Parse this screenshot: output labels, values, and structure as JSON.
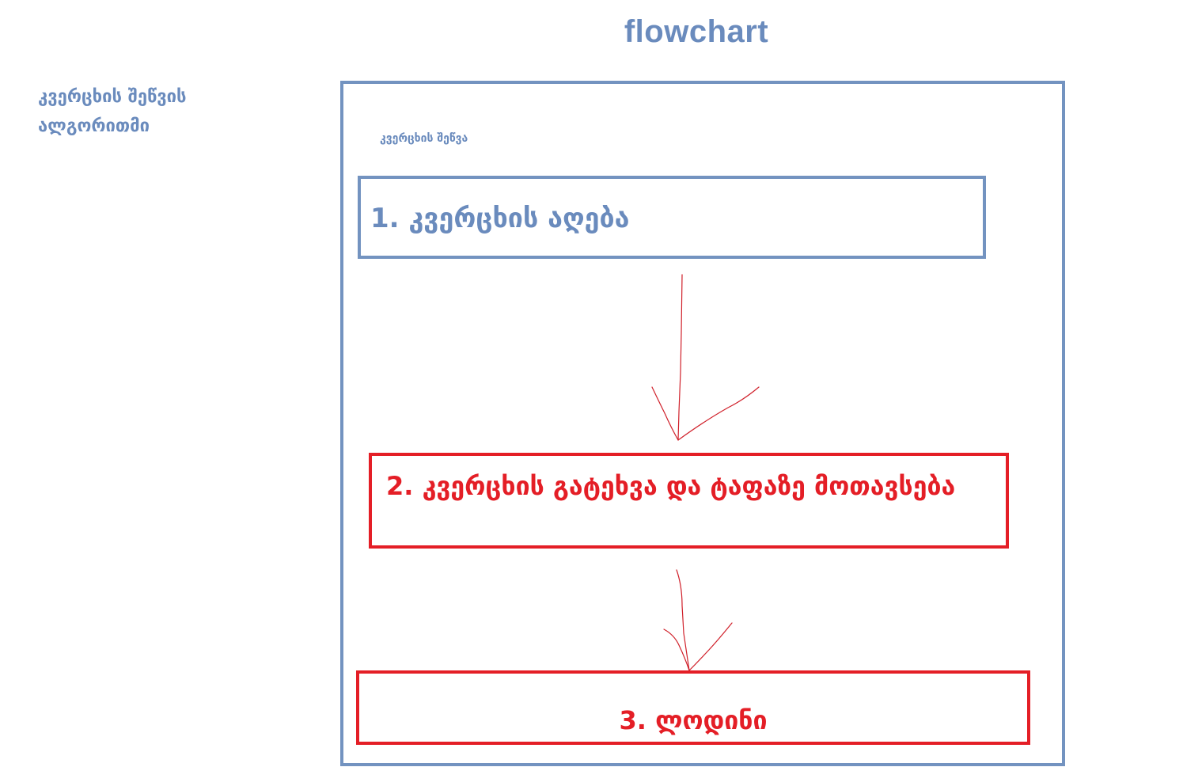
{
  "diagram": {
    "title": "flowchart",
    "side_label": "კვერცხის შეწვის ალგორითმი",
    "inner_caption": "კვერცხის შეწვა",
    "steps": [
      {
        "label": "1. კვერცხის აღება",
        "color": "#6a8bbd"
      },
      {
        "label": "2. კვერცხის გატეხვა და ტაფაზე მოთავსება",
        "color": "#e41e26"
      },
      {
        "label": "3. ლოდინი",
        "color": "#e41e26"
      }
    ],
    "arrow_color": "#d0202a",
    "border_color": "#7393c0"
  }
}
